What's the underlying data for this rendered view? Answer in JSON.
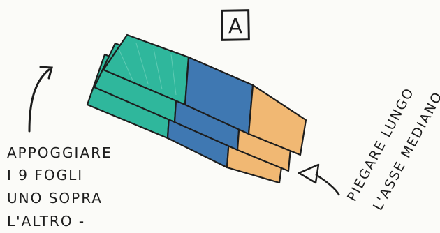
{
  "badge": {
    "letter": "A"
  },
  "instruction_left": {
    "lines": [
      "APPOGGIARE",
      "I 9 FOGLI",
      "UNO SOPRA",
      "L'ALTRO -"
    ]
  },
  "instruction_right": {
    "lines": [
      "PIEGARE LUNGO",
      "L'ASSE MEDIANO"
    ]
  },
  "colors": {
    "teal": "#2fb79c",
    "blue": "#3f78b2",
    "orange": "#f1b873",
    "ink": "#1d1d1d",
    "paper": "#fbfbf8"
  }
}
